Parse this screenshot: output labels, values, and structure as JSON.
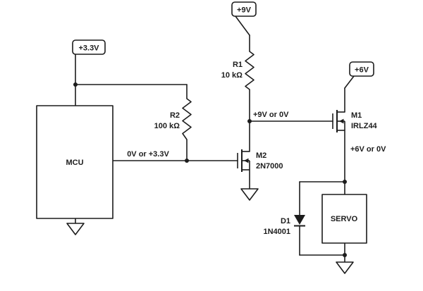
{
  "colors": {
    "stroke": "#1c1c1c",
    "background": "#ffffff"
  },
  "schematic": {
    "power_flags": {
      "v33": "+3.3V",
      "v9": "+9V",
      "v6": "+6V"
    },
    "blocks": {
      "mcu": "MCU",
      "servo": "SERVO"
    },
    "components": {
      "r1": {
        "name": "R1",
        "value": "10 kΩ"
      },
      "r2": {
        "name": "R2",
        "value": "100 kΩ"
      },
      "m1": {
        "name": "M1",
        "value": "IRLZ44"
      },
      "m2": {
        "name": "M2",
        "value": "2N7000"
      },
      "d1": {
        "name": "D1",
        "value": "1N4001"
      }
    },
    "net_labels": {
      "mcu_out": "0V or +3.3V",
      "m2_drain": "+9V or 0V",
      "m1_source": "+6V or 0V"
    }
  }
}
